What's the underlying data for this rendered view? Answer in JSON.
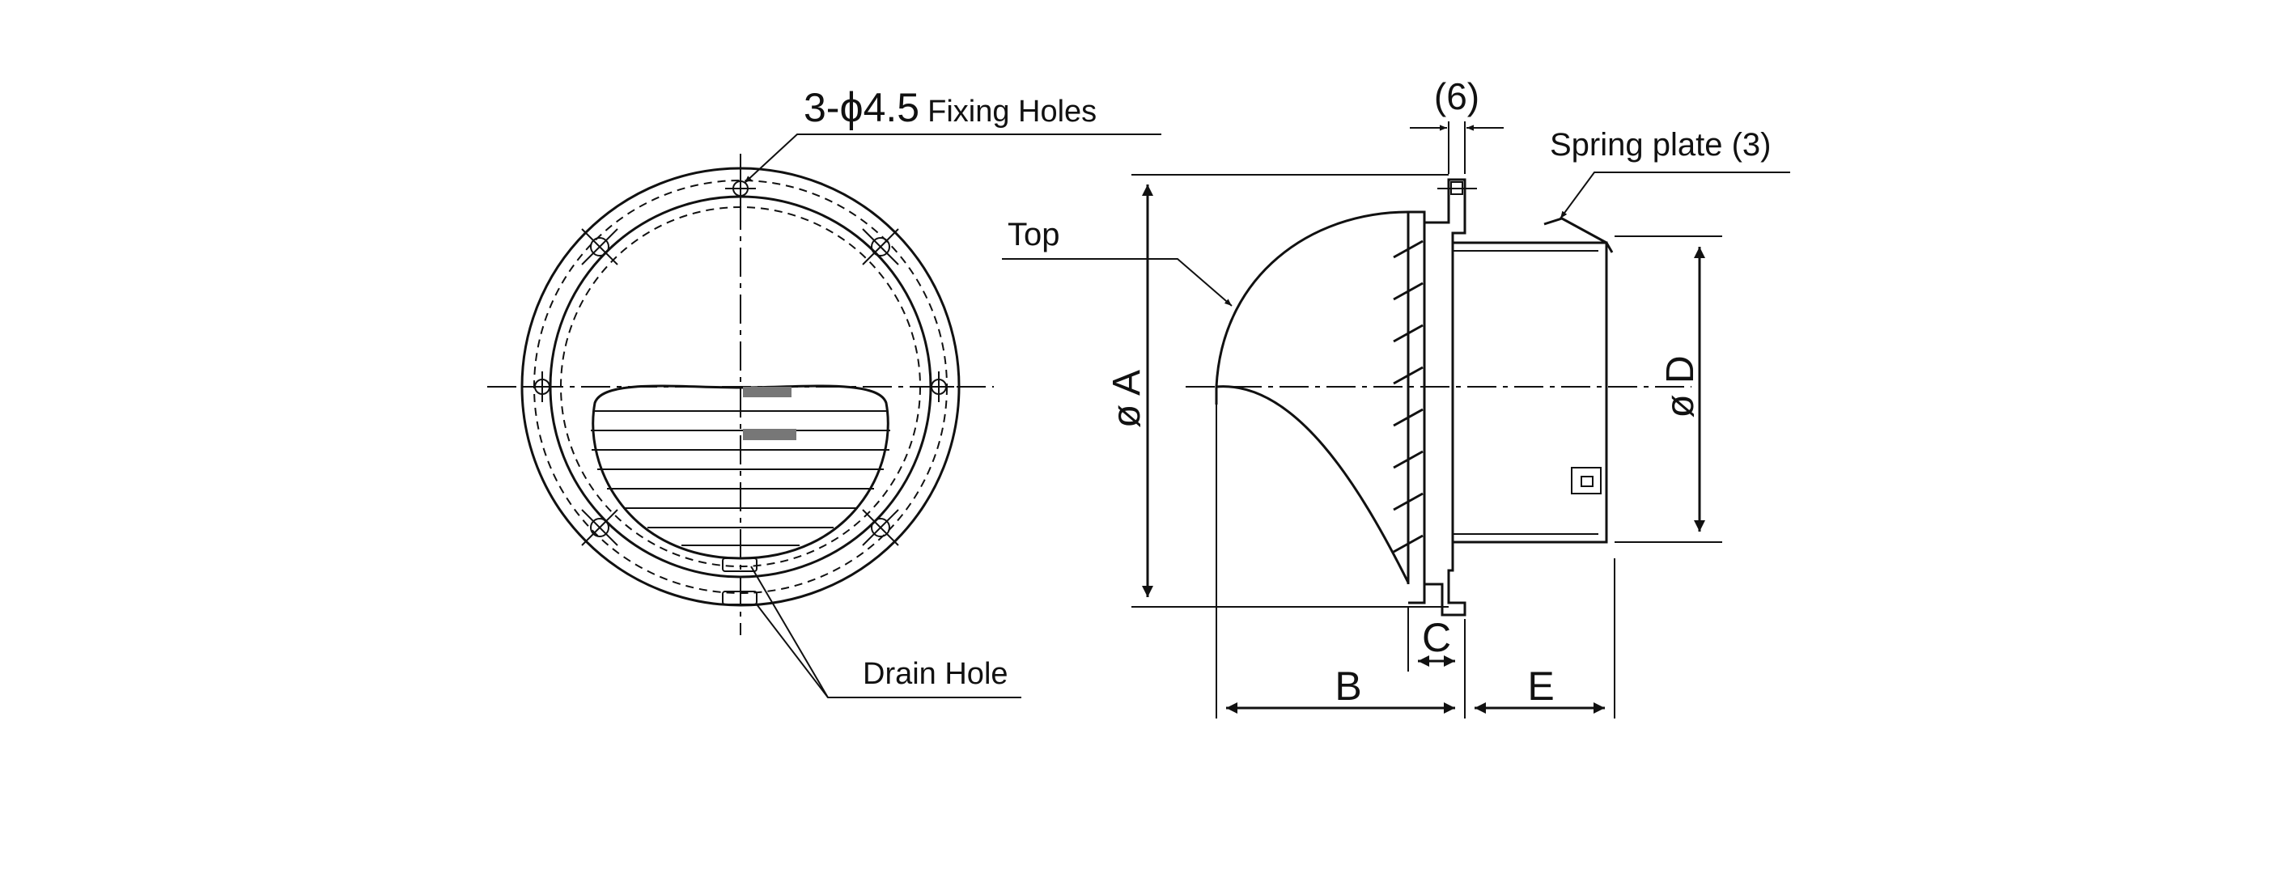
{
  "labels": {
    "fixing_prefix": "3-",
    "fixing_symbol": "ϕ",
    "fixing_size": "4.5",
    "fixing_text": "Fixing Holes",
    "drain": "Drain Hole",
    "top": "Top",
    "spring": "Spring plate (3)",
    "dim_6": "(6)",
    "dim_a": "ø A",
    "dim_b": "B",
    "dim_c": "C",
    "dim_d": "ø D",
    "dim_e": "E"
  }
}
